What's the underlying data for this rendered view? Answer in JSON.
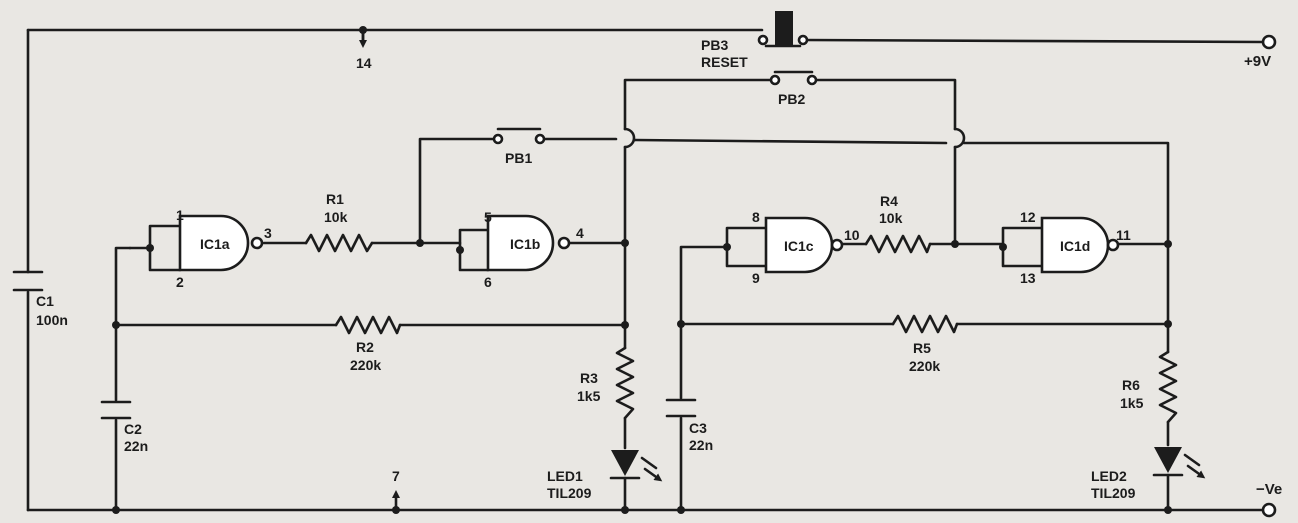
{
  "supply": {
    "positive": "+9V",
    "negative": "−Ve"
  },
  "pins": {
    "vcc": "14",
    "gnd": "7"
  },
  "switches": {
    "pb1": "PB1",
    "pb2": "PB2",
    "pb3": "PB3",
    "pb3_function": "RESET"
  },
  "capacitors": {
    "c1": {
      "ref": "C1",
      "value": "100n"
    },
    "c2": {
      "ref": "C2",
      "value": "22n"
    },
    "c3": {
      "ref": "C3",
      "value": "22n"
    }
  },
  "resistors": {
    "r1": {
      "ref": "R1",
      "value": "10k"
    },
    "r2": {
      "ref": "R2",
      "value": "220k"
    },
    "r3": {
      "ref": "R3",
      "value": "1k5"
    },
    "r4": {
      "ref": "R4",
      "value": "10k"
    },
    "r5": {
      "ref": "R5",
      "value": "220k"
    },
    "r6": {
      "ref": "R6",
      "value": "1k5"
    }
  },
  "gates": {
    "ic1a": {
      "name": "IC1a",
      "pin_in_a": "1",
      "pin_in_b": "2",
      "pin_out": "3"
    },
    "ic1b": {
      "name": "IC1b",
      "pin_in_a": "5",
      "pin_in_b": "6",
      "pin_out": "4"
    },
    "ic1c": {
      "name": "IC1c",
      "pin_in_a": "8",
      "pin_in_b": "9",
      "pin_out": "10"
    },
    "ic1d": {
      "name": "IC1d",
      "pin_in_a": "12",
      "pin_in_b": "13",
      "pin_out": "11"
    }
  },
  "leds": {
    "led1": {
      "ref": "LED1",
      "type": "TIL209"
    },
    "led2": {
      "ref": "LED2",
      "type": "TIL209"
    }
  }
}
